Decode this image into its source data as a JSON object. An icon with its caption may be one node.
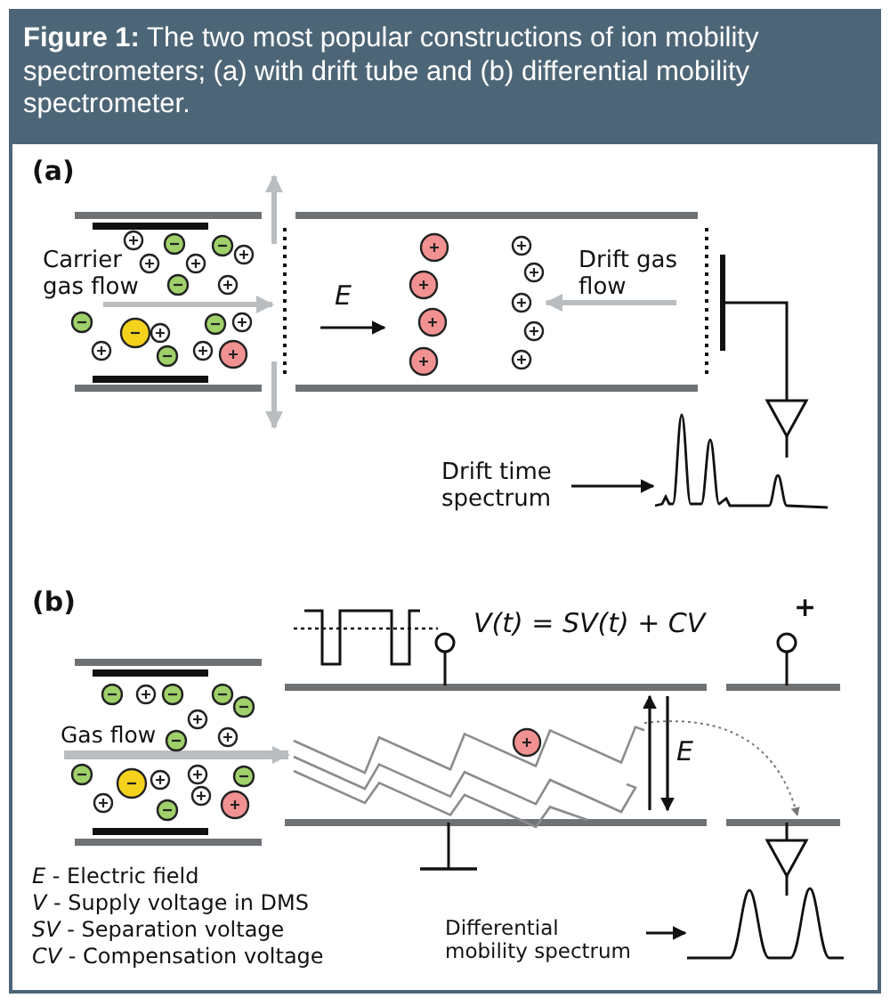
{
  "diagram": {
    "title": "**Figure 1:** The two most popular constructions of ion mobility spectrometers; (a) with drift tube and (b) differential mobility spectrometer.",
    "nodes": [
      {
        "text": [
          "Drift time spectrum"
        ]
      },
      {
        "text": [],
        "shape": "curve"
      },
      {
        "text": [
          "Differential mobility spectrum"
        ]
      },
      {
        "text": [],
        "shape": "curve"
      }
    ],
    "edges": [
      {
        "from": 0,
        "to": 1,
        "arrow": "to"
      },
      {
        "from": 2,
        "to": 3,
        "arrow": "to"
      }
    ],
    "labels": [
      "(a)",
      "Carrier gas flow",
      "E",
      "Drift gas flow",
      "(b)",
      "V(t) = SV(t) + CV",
      "+",
      "Gas flow",
      "E",
      "*E* - Electric field",
      "*V* - Supply voltage in DMS",
      "*SV* - Separation voltage",
      "*CV* - Compensation voltage"
    ]
  }
}
